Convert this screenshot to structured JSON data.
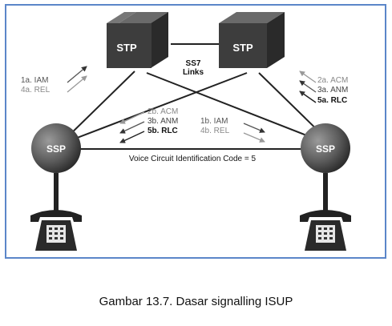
{
  "diagram": {
    "stp_left": "STP",
    "stp_right": "STP",
    "ssp_left": "SSP",
    "ssp_right": "SSP",
    "links_label_line1": "SS7",
    "links_label_line2": "Links",
    "voice_circuit_label": "Voice Circuit Identification Code = 5",
    "left_outer": [
      "1a. IAM",
      "4a. REL"
    ],
    "center_left": [
      "2b. ACM",
      "3b. ANM",
      "5b. RLC"
    ],
    "center_right": [
      "1b. IAM",
      "4b. REL"
    ],
    "right_outer": [
      "2a. ACM",
      "3a. ANM",
      "5a. RLC"
    ]
  },
  "caption": "Gambar 13.7. Dasar signalling ISUP"
}
